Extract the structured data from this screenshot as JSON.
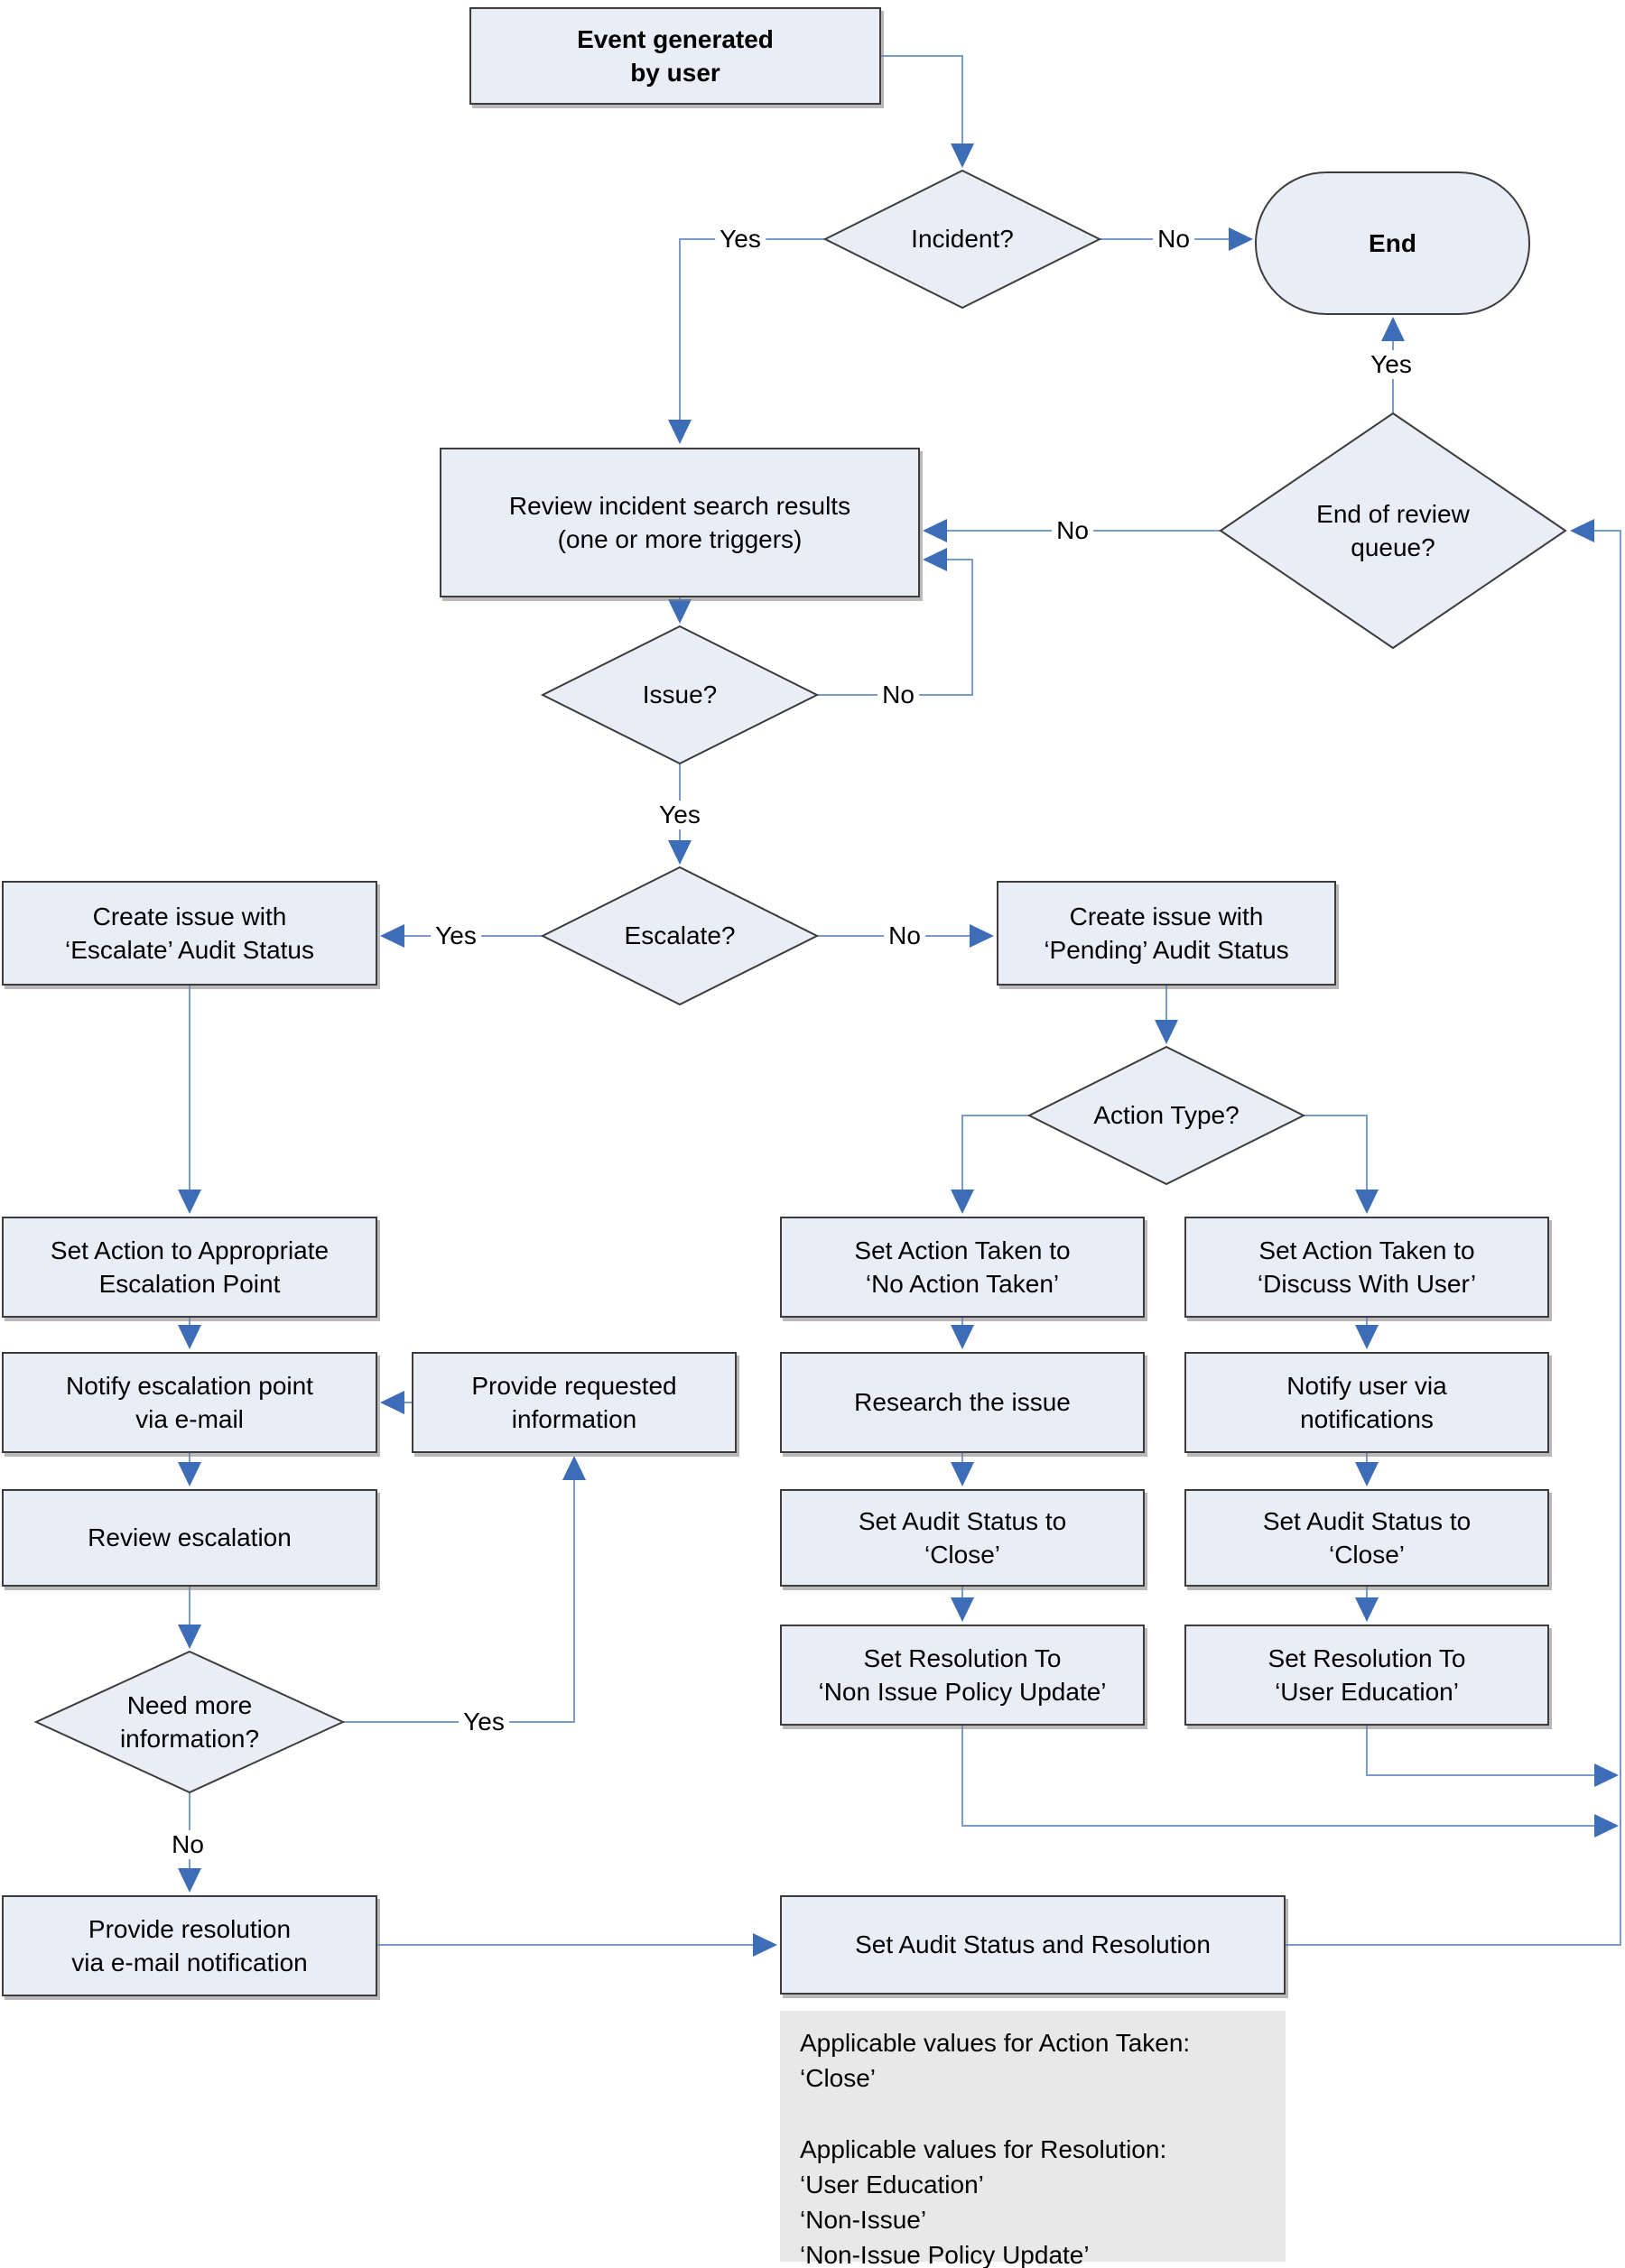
{
  "diagram": {
    "nodes": {
      "event": {
        "label": "Event generated\nby user"
      },
      "incident": {
        "label": "Incident?"
      },
      "end": {
        "label": "End"
      },
      "review": {
        "label": "Review incident search results\n(one or more triggers)"
      },
      "end_of_review_queue": {
        "label": "End of review\nqueue?"
      },
      "issue": {
        "label": "Issue?"
      },
      "escalate": {
        "label": "Escalate?"
      },
      "create_escalate": {
        "label": "Create issue with\n‘Escalate’ Audit Status"
      },
      "create_pending": {
        "label": "Create issue with\n‘Pending’ Audit Status"
      },
      "action_type": {
        "label": "Action Type?"
      },
      "set_action_escalation": {
        "label": "Set Action to Appropriate\nEscalation Point"
      },
      "set_action_no_action": {
        "label": "Set Action Taken to\n‘No Action Taken’"
      },
      "set_action_discuss": {
        "label": "Set Action Taken to\n‘Discuss With User’"
      },
      "notify_escalation": {
        "label": "Notify escalation point\nvia e-mail"
      },
      "provide_requested": {
        "label": "Provide requested\ninformation"
      },
      "research": {
        "label": "Research the issue"
      },
      "notify_user": {
        "label": "Notify user via\nnotifications"
      },
      "review_escalation": {
        "label": "Review escalation"
      },
      "set_audit_close_left": {
        "label": "Set Audit Status to\n‘Close’"
      },
      "set_audit_close_right": {
        "label": "Set Audit Status to\n‘Close’"
      },
      "set_resolution_nonissue": {
        "label": "Set Resolution To\n‘Non Issue Policy Update’"
      },
      "set_resolution_user_ed": {
        "label": "Set Resolution To\n‘User Education’"
      },
      "need_more_info": {
        "label": "Need more\ninformation?"
      },
      "provide_resolution": {
        "label": "Provide resolution\nvia e-mail notification"
      },
      "set_audit_resolution": {
        "label": "Set Audit Status and Resolution"
      }
    },
    "edge_labels": {
      "incident_yes": "Yes",
      "incident_no": "No",
      "eorq_yes": "Yes",
      "eorq_no": "No",
      "issue_yes": "Yes",
      "issue_no": "No",
      "escalate_yes": "Yes",
      "escalate_no": "No",
      "need_more_yes": "Yes",
      "need_more_no": "No"
    },
    "note": {
      "text": "Applicable values for Action Taken:\n‘Close’\n\nApplicable values for Resolution:\n‘User Education’\n‘Non-Issue’\n‘Non-Issue Policy Update’"
    },
    "colors": {
      "node_fill": "#e9edf6",
      "node_border": "#3c3c3c",
      "line": "#7a9bce",
      "arrowhead": "#3e6db8",
      "note_fill": "#e8e8e8",
      "text": "#000000"
    }
  }
}
